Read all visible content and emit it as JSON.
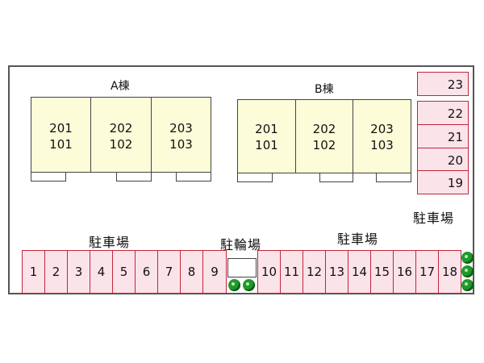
{
  "buildings": [
    {
      "label": "A棟",
      "units": [
        [
          "201",
          "101"
        ],
        [
          "202",
          "102"
        ],
        [
          "203",
          "103"
        ]
      ]
    },
    {
      "label": "B棟",
      "units": [
        [
          "201",
          "101"
        ],
        [
          "202",
          "102"
        ],
        [
          "203",
          "103"
        ]
      ]
    }
  ],
  "parking_label_left": "駐車場",
  "parking_label_right": "駐車場",
  "parking_label_side": "駐車場",
  "bicycle_label": "駐輪場",
  "bottom_slots_left": [
    "1",
    "2",
    "3",
    "4",
    "5",
    "6",
    "7",
    "8",
    "9"
  ],
  "bottom_slots_right": [
    "10",
    "11",
    "12",
    "13",
    "14",
    "15",
    "16",
    "17",
    "18"
  ],
  "side_slots": [
    "23",
    "22",
    "21",
    "20",
    "19"
  ],
  "colors": {
    "slot_fill": "#fbe3ea",
    "slot_border": "#c0263a",
    "unit_fill": "#fcfcd9",
    "tree": "#1f9a2a"
  }
}
